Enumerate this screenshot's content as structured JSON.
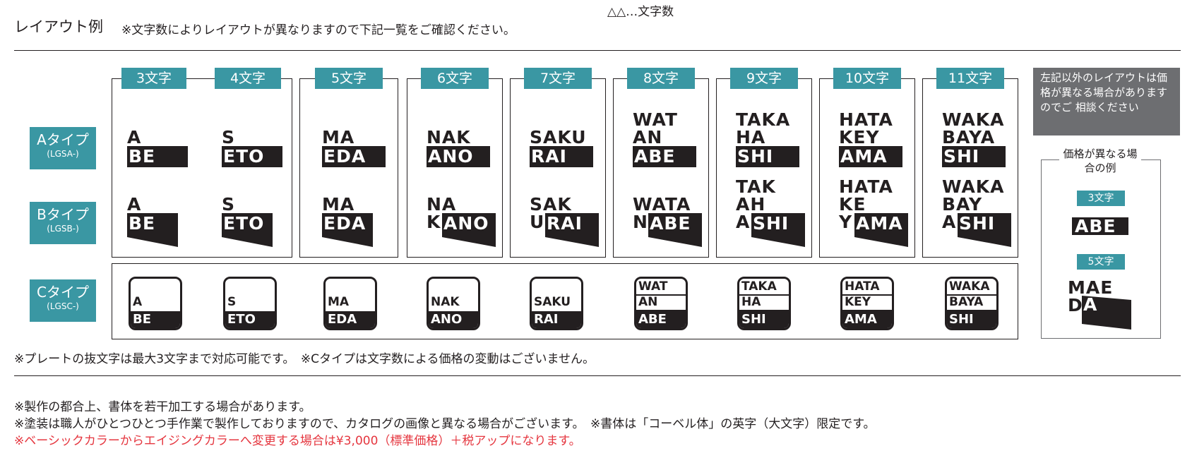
{
  "header": {
    "top_note": "△△…文字数",
    "title": "レイアウト例",
    "title_note": "※文字数によりレイアウトが異なりますので下記一覧をご確認ください。"
  },
  "columns": [
    "3文字",
    "4文字",
    "5文字",
    "6文字",
    "7文字",
    "8文字",
    "9文字",
    "10文字",
    "11文字"
  ],
  "types": [
    {
      "main": "Aタイプ",
      "sub": "(LGSA-)"
    },
    {
      "main": "Bタイプ",
      "sub": "(LGSB-)"
    },
    {
      "main": "Cタイプ",
      "sub": "(LGSC-)"
    }
  ],
  "plates_a": [
    {
      "top": [
        "A"
      ],
      "black": "BE"
    },
    {
      "top": [
        "S"
      ],
      "black": "ETO"
    },
    {
      "top": [
        "MA"
      ],
      "black": "EDA"
    },
    {
      "top": [
        "NAK"
      ],
      "black": "ANO"
    },
    {
      "top": [
        "SAKU"
      ],
      "black": "RAI"
    },
    {
      "top": [
        "WAT",
        "AN"
      ],
      "black": "ABE"
    },
    {
      "top": [
        "TAKA",
        "HA"
      ],
      "black": "SHI"
    },
    {
      "top": [
        "HATA",
        "KEY"
      ],
      "black": "AMA"
    },
    {
      "top": [
        "WAKA",
        "BAYA"
      ],
      "black": "SHI"
    }
  ],
  "plates_b": [
    {
      "top": [
        "A"
      ],
      "prefix": "",
      "black": "BE"
    },
    {
      "top": [
        "S"
      ],
      "prefix": "",
      "black": "ETO"
    },
    {
      "top": [
        "MA"
      ],
      "prefix": "",
      "black": "EDA"
    },
    {
      "top": [
        "NA"
      ],
      "prefix": "K",
      "black": "ANO"
    },
    {
      "top": [
        "SAK"
      ],
      "prefix": "U",
      "black": "RAI"
    },
    {
      "top": [
        "WATA"
      ],
      "prefix": "N",
      "black": "ABE"
    },
    {
      "top": [
        "TAK",
        "AH"
      ],
      "prefix": "A",
      "black": "SHI"
    },
    {
      "top": [
        "HATA",
        "KE"
      ],
      "prefix": "Y",
      "black": "AMA"
    },
    {
      "top": [
        "WAKA",
        "BAY"
      ],
      "prefix": "A",
      "black": "SHI"
    }
  ],
  "plates_c": [
    {
      "top": [
        "A"
      ],
      "black": "BE"
    },
    {
      "top": [
        "S"
      ],
      "black": "ETO"
    },
    {
      "top": [
        "MA"
      ],
      "black": "EDA"
    },
    {
      "top": [
        "NAK"
      ],
      "black": "ANO"
    },
    {
      "top": [
        "SAKU"
      ],
      "black": "RAI"
    },
    {
      "top": [
        "WAT",
        "AN"
      ],
      "black": "ABE"
    },
    {
      "top": [
        "TAKA",
        "HA"
      ],
      "black": "SHI"
    },
    {
      "top": [
        "HATA",
        "KEY"
      ],
      "black": "AMA"
    },
    {
      "top": [
        "WAKA",
        "BAYA"
      ],
      "black": "SHI"
    }
  ],
  "side": {
    "gray_note": "左記以外のレイアウトは価格が異なる場合がありますのでご 相談ください",
    "example_title": "価格が異なる場合の例",
    "ex1_label": "3文字",
    "ex1_black": "ABE",
    "ex2_label": "5文字",
    "ex2_top": "MAE",
    "ex2_prefix": "D",
    "ex2_black": "A"
  },
  "notes": {
    "line1": "※プレートの抜文字は最大3文字まで対応可能です。　※Cタイプは文字数による価格の変動はございません。",
    "line2": "※製作の都合上、書体を若干加工する場合があります。",
    "line3": "※塗装は職人がひとつひとつ手作業で製作しておりますので、カタログの画像と異なる場合がございます。　※書体は「コーベル体」の英字（大文字）限定です。",
    "line4": "※ベーシックカラーからエイジングカラーへ変更する場合は¥3,000（標準価格）＋税アップになります。"
  },
  "colors": {
    "accent": "#3a97a3",
    "text": "#231f20",
    "red": "#e5363f",
    "gray": "#6d6e71"
  }
}
